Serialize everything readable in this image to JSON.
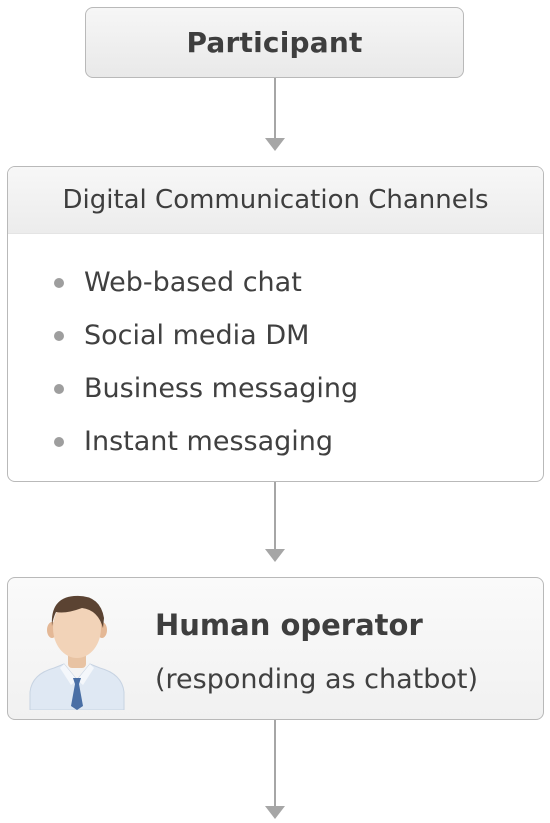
{
  "participant": {
    "label": "Participant"
  },
  "channels": {
    "title": "Digital Communication Channels",
    "items": [
      "Web-based chat",
      "Social media DM",
      "Business messaging",
      "Instant messaging"
    ]
  },
  "operator": {
    "title": "Human operator",
    "subtitle": "(responding as chatbot)",
    "avatar_icon": "person-avatar-icon"
  },
  "colors": {
    "border": "#b9b9b9",
    "arrow": "#a6a6a6",
    "text": "#3e3e3e",
    "header_fill": "#ececec",
    "tie": "#4a6fa5",
    "shirt": "#dfe8f3"
  }
}
